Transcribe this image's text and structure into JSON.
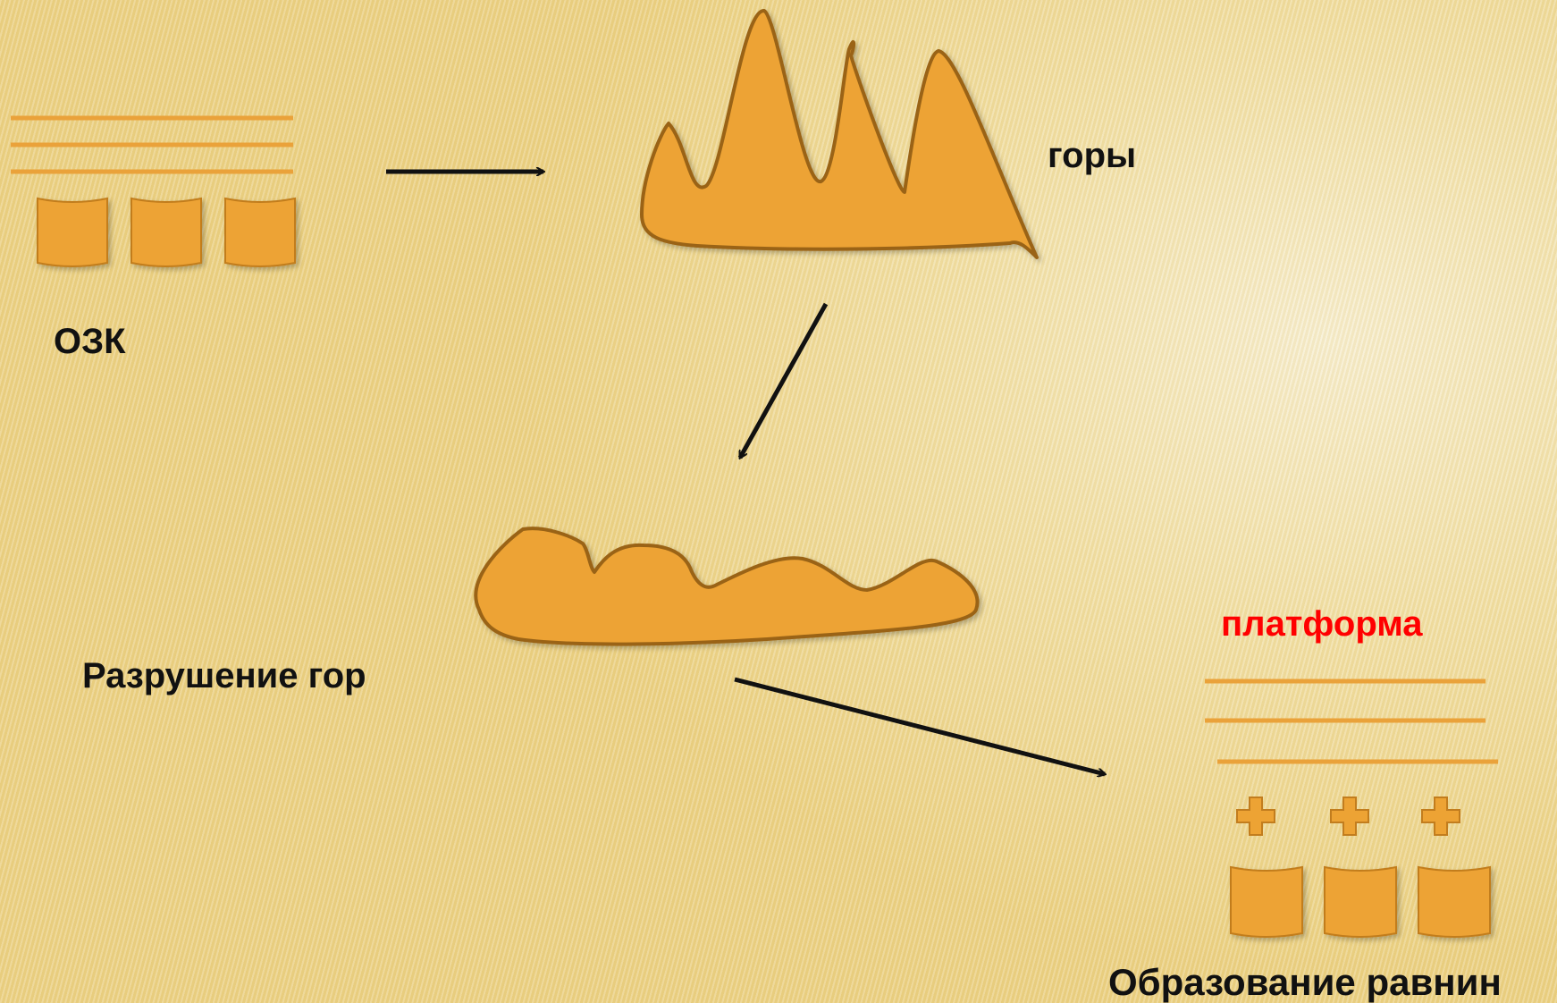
{
  "labels": {
    "ozk": "ОЗК",
    "mountains": "горы",
    "destruction": "Разрушение  гор",
    "platform": "платформа",
    "plain_formation": "Образование равнин"
  },
  "colors": {
    "shape_fill": "#eda334",
    "shape_stroke": "#9a6418",
    "layer_line": "#eaa23a",
    "arrow": "#111111",
    "platform_text": "#ff0000",
    "label_text": "#111111"
  },
  "icons": [
    "plus-icon",
    "block-icon",
    "arrow-icon"
  ]
}
